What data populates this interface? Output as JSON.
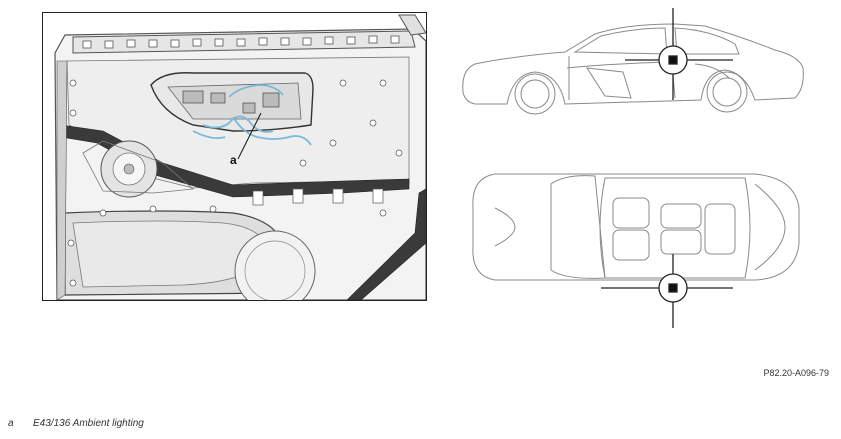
{
  "figure": {
    "callout_letter": "a",
    "reference_code": "P82.20-A096-79"
  },
  "legend": {
    "key": "a",
    "text": "E43/136 Ambient lighting"
  },
  "icons": {
    "door_panel": "door-interior-panel",
    "side_view": "car-side-view",
    "top_view": "car-top-view",
    "locator": "location-marker-crosshair"
  },
  "colors": {
    "line": "#444444",
    "light_line": "#9a9a9a",
    "panel_fill": "#f1f1f1",
    "highlight": "#7ab8d8",
    "marker": "#111111"
  }
}
